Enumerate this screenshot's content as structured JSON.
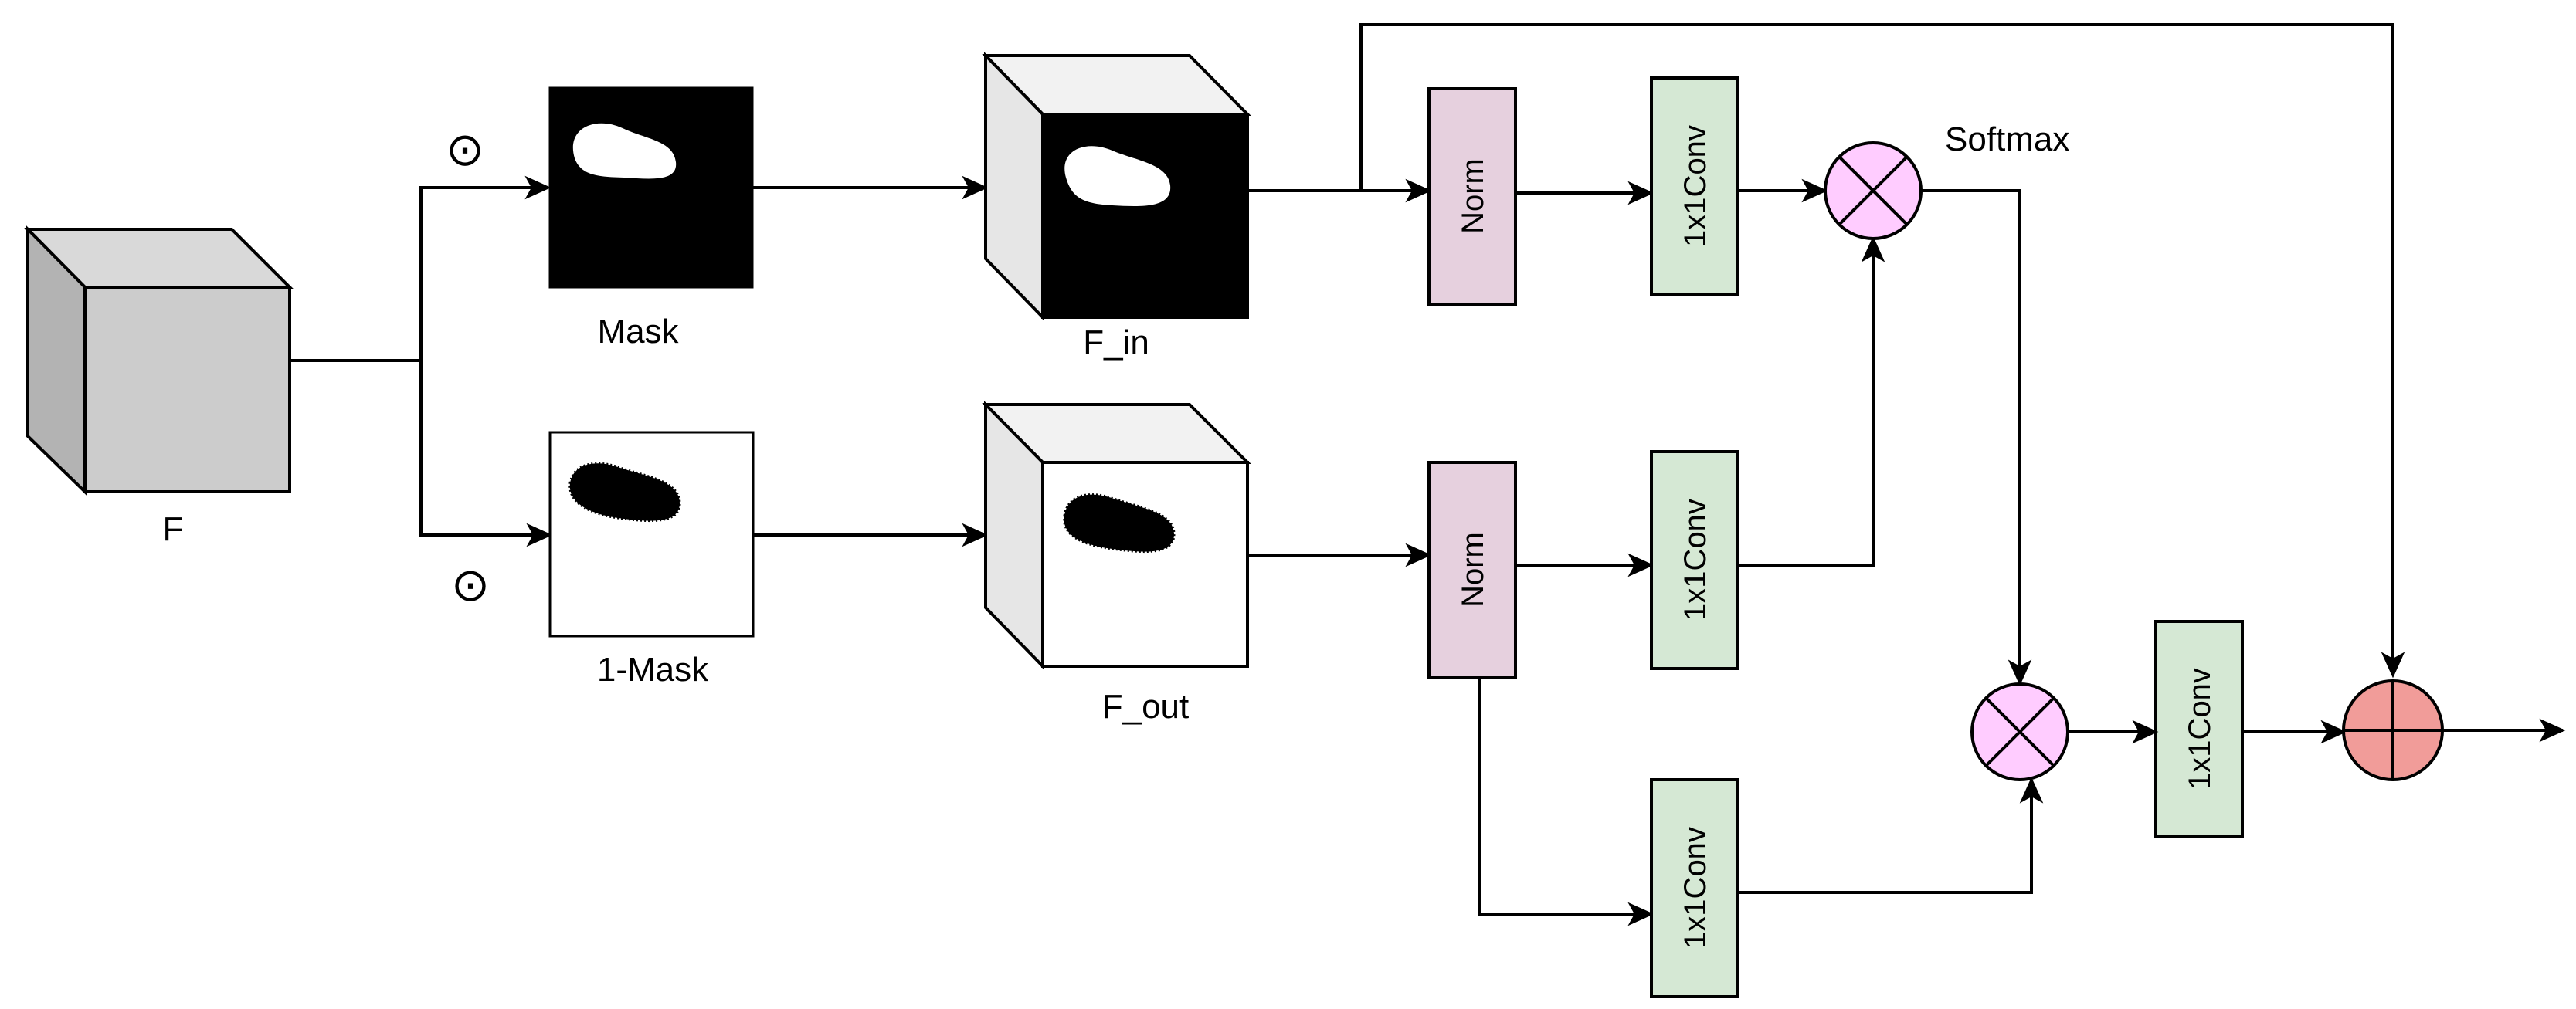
{
  "colors": {
    "cube_front": "#cccccc",
    "cube_top": "#d9d9d9",
    "cube_side": "#b3b3b3",
    "feature_cube_top": "#f2f2f2",
    "feature_cube_side": "#e6e6e6",
    "norm": "#e6d0de",
    "conv": "#d5e8d4",
    "multiply": "#ffccff",
    "add": "#f19c99",
    "stroke": "#000000"
  },
  "input": {
    "label": "F"
  },
  "branches": {
    "top": {
      "operator_symbol": "⊙",
      "mask_label": "Mask",
      "feature_label": "F_in"
    },
    "bottom": {
      "operator_symbol": "⊙",
      "mask_label": "1-Mask",
      "feature_label": "F_out"
    }
  },
  "norm_blocks": [
    {
      "label": "Norm"
    },
    {
      "label": "Norm"
    }
  ],
  "conv_blocks": [
    {
      "label": "1x1Conv"
    },
    {
      "label": "1x1Conv"
    },
    {
      "label": "1x1Conv"
    },
    {
      "label": "1x1Conv"
    }
  ],
  "softmax_label": "Softmax",
  "operators": {
    "multiply_icon": "circled-times-icon",
    "add_icon": "circled-plus-icon"
  }
}
